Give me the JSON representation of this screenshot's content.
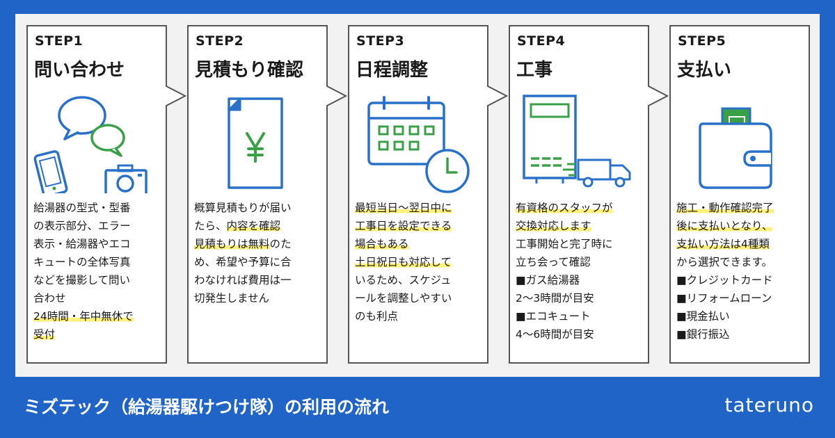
{
  "colors": {
    "background": "#2064c8",
    "panel": "#f2f2f2",
    "card_border": "#555555",
    "icon_blue": "#2870c8",
    "icon_green": "#3aa048",
    "highlight": "#fff27a"
  },
  "steps": [
    {
      "no": "STEP1",
      "title": "問い合わせ",
      "icon": "chat-phone-camera-icon",
      "lines": [
        {
          "text": "給湯器の型式・型番",
          "hl": false
        },
        {
          "text": "の表示部分、エラー",
          "hl": false
        },
        {
          "text": "表示・給湯器やエコ",
          "hl": false
        },
        {
          "text": "キュートの全体写真",
          "hl": false
        },
        {
          "text": "などを撮影して問い",
          "hl": false
        },
        {
          "text": "合わせ",
          "hl": false
        },
        {
          "text": "24時間・年中無休で",
          "hl": true
        },
        {
          "text": "受付",
          "hl": true
        }
      ]
    },
    {
      "no": "STEP2",
      "title": "見積もり確認",
      "icon": "yen-document-icon",
      "lines": [
        {
          "text": "概算見積もりが届い",
          "hl": false
        },
        {
          "text": "たら、内容を確認",
          "hl": false
        },
        {
          "text": "見積もりは無料のた",
          "hl": false
        },
        {
          "text": "め、希望や予算に合",
          "hl": false
        },
        {
          "text": "わなければ費用は一",
          "hl": false
        },
        {
          "text": "切発生しません",
          "hl": false
        }
      ],
      "partial_highlights": [
        {
          "line": 1,
          "before": "たら、",
          "mark": "内容を確認",
          "after": ""
        },
        {
          "line": 2,
          "before": "",
          "mark": "見積もりは無料",
          "after": "のた"
        }
      ]
    },
    {
      "no": "STEP3",
      "title": "日程調整",
      "icon": "calendar-clock-icon",
      "lines": [
        {
          "text": "最短当日〜翌日中に",
          "hl": true
        },
        {
          "text": "工事日を設定できる",
          "hl": true
        },
        {
          "text": "場合もある",
          "hl": true
        },
        {
          "text": "土日祝日も対応して",
          "hl": true
        },
        {
          "text": "いるため、スケジュ",
          "hl": false
        },
        {
          "text": "ールを調整しやすい",
          "hl": false
        },
        {
          "text": "のも利点",
          "hl": false
        }
      ]
    },
    {
      "no": "STEP4",
      "title": "工事",
      "icon": "water-heater-truck-icon",
      "lines": [
        {
          "text": "有資格のスタッフが",
          "hl": true
        },
        {
          "text": "交換対応します",
          "hl": true
        },
        {
          "text": "工事開始と完了時に",
          "hl": false
        },
        {
          "text": "立ち会って確認",
          "hl": false
        },
        {
          "text": "■ガス給湯器",
          "hl": false
        },
        {
          "text": "2〜3時間が目安",
          "hl": false
        },
        {
          "text": "■エコキュート",
          "hl": false
        },
        {
          "text": "4〜6時間が目安",
          "hl": false
        }
      ]
    },
    {
      "no": "STEP5",
      "title": "支払い",
      "icon": "wallet-icon",
      "lines": [
        {
          "text": "施工・動作確認完了",
          "hl": true
        },
        {
          "text": "後に支払いとなり、",
          "hl": true
        },
        {
          "text": "支払い方法は4種類",
          "hl": true
        },
        {
          "text": "から選択できます。",
          "hl": false
        },
        {
          "text": "■クレジットカード",
          "hl": false
        },
        {
          "text": "■リフォームローン",
          "hl": false
        },
        {
          "text": "■現金払い",
          "hl": false
        },
        {
          "text": "■銀行振込",
          "hl": false
        }
      ]
    }
  ],
  "footer": {
    "title": "ミズテック（給湯器駆けつけ隊）の利用の流れ",
    "brand": "tateruno"
  }
}
